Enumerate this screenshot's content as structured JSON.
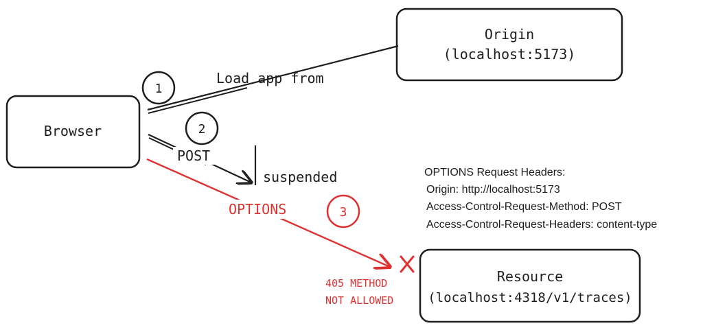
{
  "nodes": {
    "browser": {
      "label": "Browser"
    },
    "origin": {
      "line1": "Origin",
      "line2": "(localhost:5173)"
    },
    "resource": {
      "line1": "Resource",
      "line2": "(localhost:4318/v1/traces)"
    }
  },
  "steps": {
    "step1": {
      "number": "1",
      "label": "Load app from"
    },
    "step2": {
      "number": "2",
      "label": "POST",
      "state": "suspended"
    },
    "step3": {
      "number": "3",
      "label": "OPTIONS",
      "error_line1": "405 METHOD",
      "error_line2": "NOT ALLOWED"
    }
  },
  "headers_note": {
    "title": "OPTIONS Request Headers:",
    "lines": [
      "Origin: http://localhost:5173",
      "Access-Control-Request-Method: POST",
      "Access-Control-Request-Headers: content-type"
    ]
  },
  "colors": {
    "ink": "#1e1e1e",
    "error": "#e03131"
  }
}
